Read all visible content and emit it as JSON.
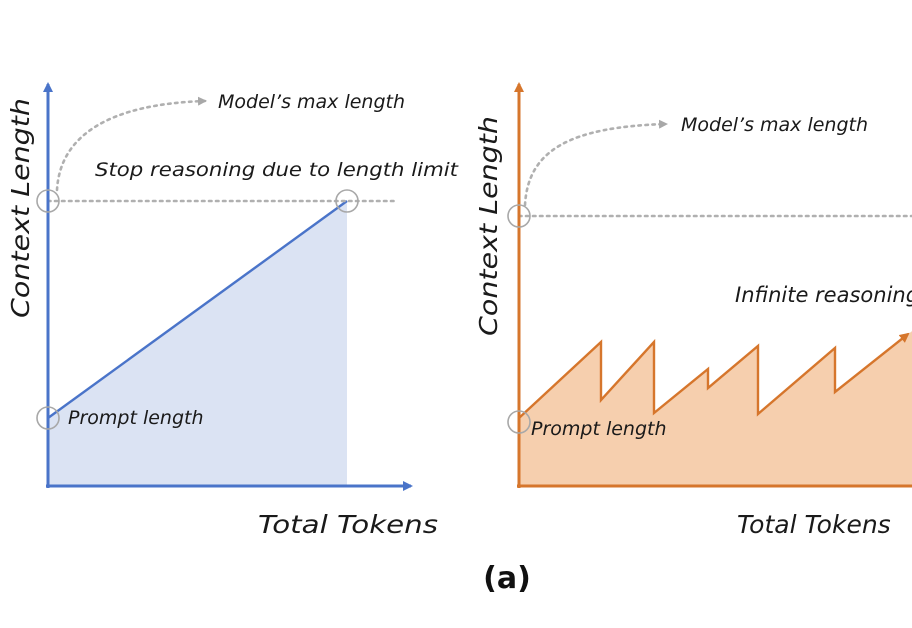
{
  "figure": {
    "caption": "(a)"
  },
  "left_panel": {
    "axis_color": "#4a74c9",
    "fill_color": "#dbe3f3",
    "y_axis_label": "Context Length",
    "x_axis_label": "Total Tokens",
    "max_length_label": "Model’s max length",
    "stop_label": "Stop reasoning due to length limit",
    "prompt_label": "Prompt length"
  },
  "right_panel": {
    "axis_color": "#d6762c",
    "fill_color": "#f6cfae",
    "y_axis_label": "Context Length",
    "x_axis_label": "Total Tokens",
    "max_length_label": "Model’s max length",
    "infinite_label": "Infinite reasoning",
    "prompt_label": "Prompt length"
  },
  "colors": {
    "dotted": "#b0b0b0",
    "marker_circle": "#a8a8a8"
  }
}
